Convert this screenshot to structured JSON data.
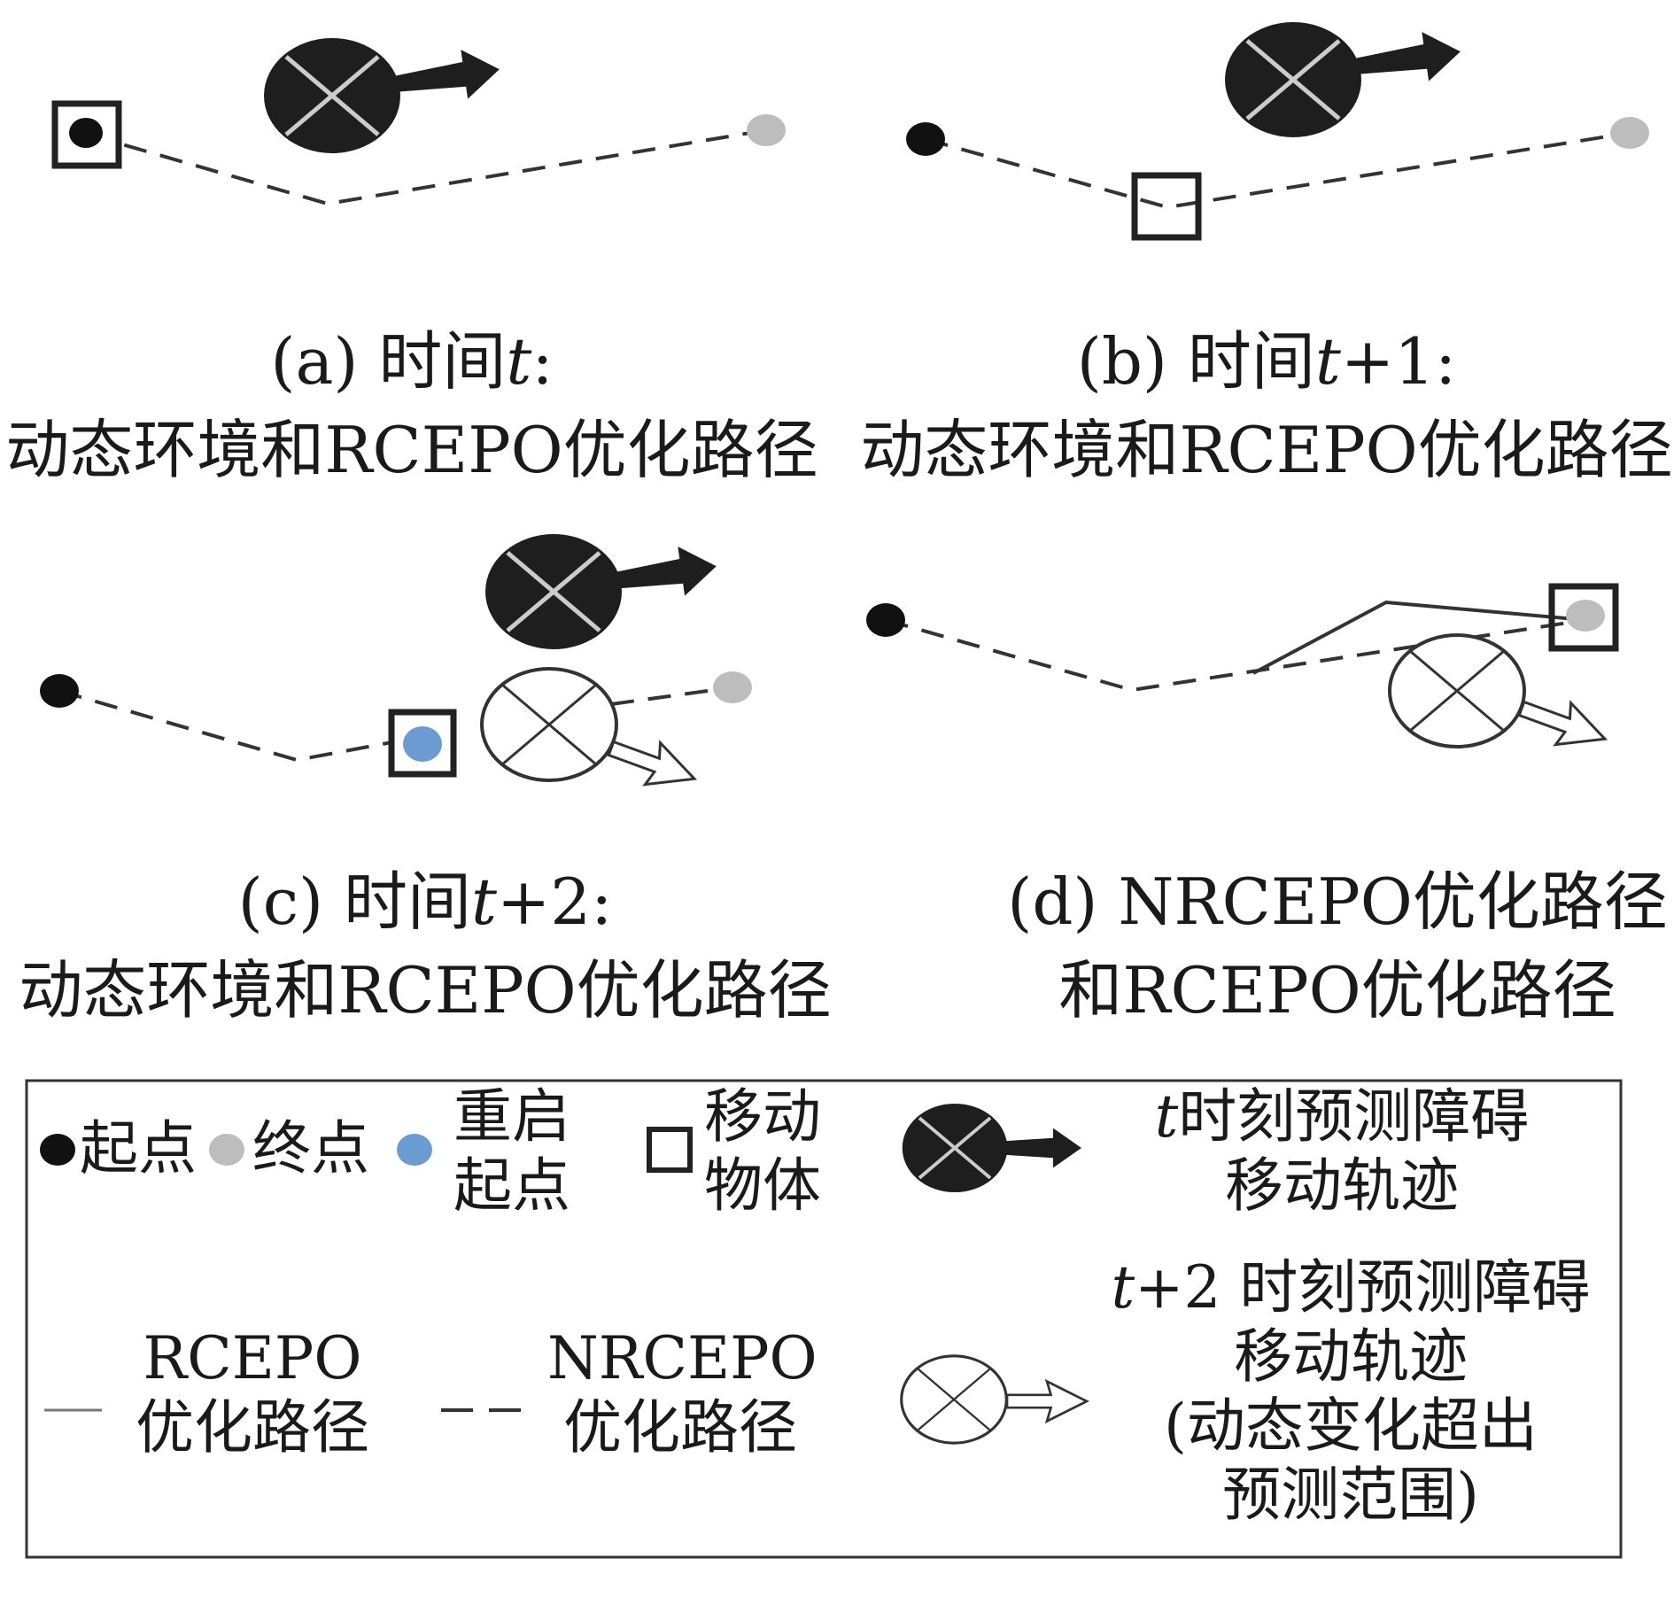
{
  "captions": {
    "a": {
      "prefix": "(a) 时间",
      "var": "t",
      "suffix": ":",
      "line2": "动态环境和RCEPO优化路径"
    },
    "b": {
      "prefix": "(b) 时间",
      "var": "t",
      "suffix": "+1:",
      "line2": "动态环境和RCEPO优化路径"
    },
    "c": {
      "prefix": "(c) 时间",
      "var": "t",
      "suffix": "+2:",
      "line2": "动态环境和RCEPO优化路径"
    },
    "d": {
      "line1": "(d) NRCEPO优化路径",
      "line2": "和RCEPO优化路径"
    }
  },
  "legend": {
    "start": "起点",
    "end": "终点",
    "restart_1": "重启",
    "restart_2": "起点",
    "moving_1": "移动",
    "moving_2": "物体",
    "pred_t_var": "t",
    "pred_t_1": "时刻预测障碍",
    "pred_t_2": "移动轨迹",
    "rcepo_1": "RCEPO",
    "rcepo_2": "优化路径",
    "nrcepo_1": "NRCEPO",
    "nrcepo_2": "优化路径",
    "pred_t2_var": "t",
    "pred_t2_1": "+2 时刻预测障碍",
    "pred_t2_2": "移动轨迹",
    "pred_t2_3": "(动态变化超出",
    "pred_t2_4": "预测范围)"
  },
  "colors": {
    "start": "#111111",
    "end": "#bdbdbd",
    "restart": "#6b9bd1",
    "obstacle": "#1e1e1e",
    "path": "#333333"
  }
}
